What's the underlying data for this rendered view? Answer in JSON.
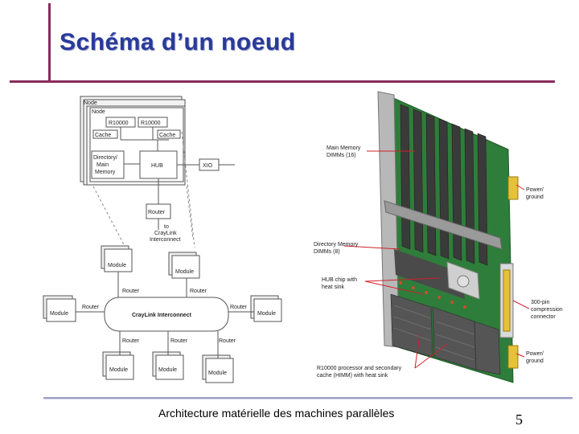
{
  "slide": {
    "title": "Schéma d’un noeud",
    "footer": "Architecture matérielle des machines parallèles",
    "page_number": "5"
  },
  "node_diagram": {
    "node_outer": "Node",
    "node_inner": "Node",
    "cpu1": "R10000",
    "cpu2": "R10000",
    "cache1": "Cache",
    "cache2": "Cache",
    "directory": "Directory/ Main Memory",
    "hub": "HUB",
    "xio": "XIO",
    "router_top": "Router",
    "to_label": "to CrayLink Interconnect",
    "interconnect": "CrayLink Interconnect",
    "module": "Module",
    "router": "Router"
  },
  "board_labels": {
    "main_memory": "Main Memory DIMMs (16)",
    "directory_memory": "Directory Memory DIMMs (8)",
    "hub_chip": "HUB chip with heat sink",
    "cpu_cache": "R10000 processor and secondary cache (HIMM) with heat sink",
    "power_ground_1": "Power/ ground",
    "connector": "300-pin compression connector",
    "power_ground_2": "Power/ ground"
  },
  "colors": {
    "accent_line": "#8b2a5e",
    "title": "#2a3a9a",
    "board_green": "#2e7d3a",
    "callout_red": "#d0202a"
  }
}
